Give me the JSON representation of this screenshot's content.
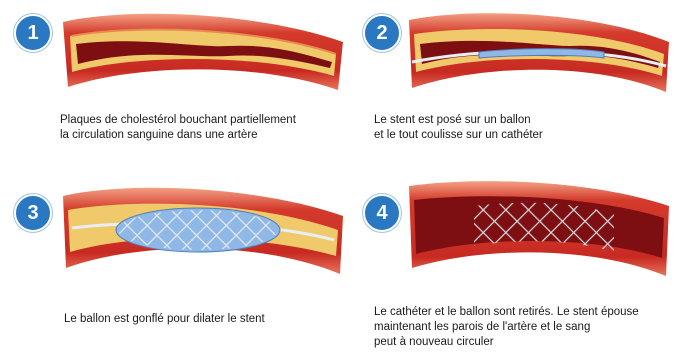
{
  "steps": [
    {
      "number": "1",
      "caption_lines": [
        "Plaques de cholestérol bouchant partiellement",
        "la circulation sanguine dans une artère"
      ]
    },
    {
      "number": "2",
      "caption_lines": [
        "Le stent est posé sur un ballon",
        "et le tout coulisse sur un cathéter"
      ]
    },
    {
      "number": "3",
      "caption_lines": [
        "Le ballon est gonflé pour dilater le stent"
      ]
    },
    {
      "number": "4",
      "caption_lines": [
        "Le cathéter et le ballon sont retirés. Le stent épouse",
        "maintenant les parois de l'artère et le sang",
        "peut à nouveau circuler"
      ]
    }
  ],
  "colors": {
    "badge": "#2a78c2",
    "artery_wall": "#c9302a",
    "artery_outer": "#e8745a",
    "plaque": "#f3d27a",
    "lumen": "#8e1414",
    "balloon": "#8fb8e6",
    "catheter": "#e9eef5",
    "stent": "#d9dde3"
  }
}
